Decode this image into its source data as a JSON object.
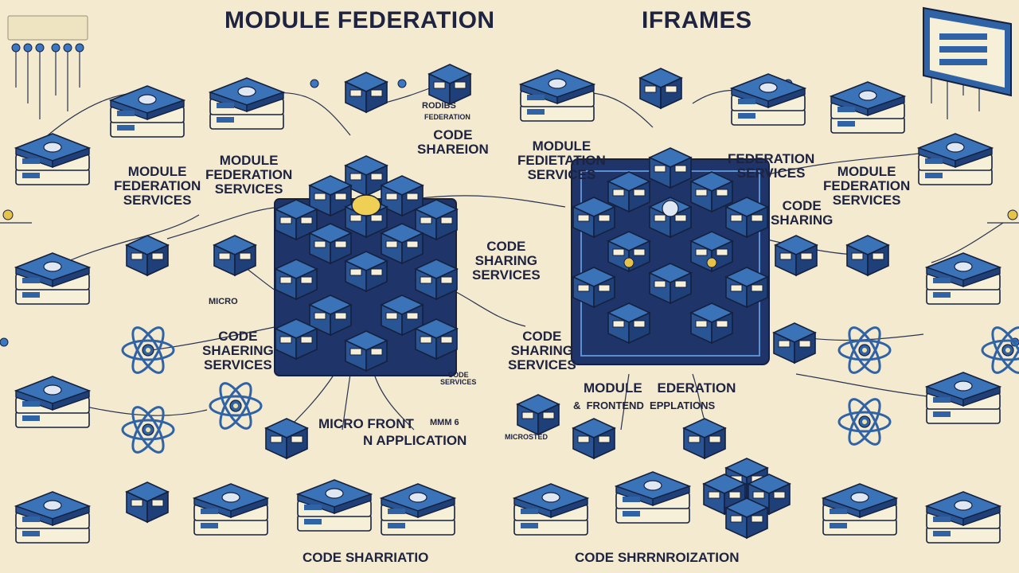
{
  "titles": {
    "left": "MODULE FEDERATION",
    "right": "IFRAMES"
  },
  "labels": {
    "l_mfs": "MODULE\nFEDERATION\nSERVICES",
    "l_mfs2": "MODULE\nFEDERATION\nSERVICES",
    "l_micro": "MICRO",
    "l_css": "CODE\nSHAERING\nSERVICES",
    "l_microfront": "MICRO FRONT",
    "l_mm": "MMM 6",
    "l_app": "N  APPLICATION",
    "l_bottom": "CODE SHARRIATIO",
    "c_rodibs": "RODIBS",
    "c_fed": "FEDERATION",
    "c_codeshare": "CODE\nSHAREION",
    "c_css": "CODE\nSHARING\nSERVICES",
    "c_sub": "CODE\nSERVICES",
    "c_microsted": "MICROSTED",
    "r_fed": "MODULE\nFEDIETATION\nSERVICES",
    "r_fedserv": "FEDERATION\nSERVICES",
    "r_mfs": "MODULE\nFEDERATION\nSERVICES",
    "r_codesharing": "CODE\nSHARING",
    "r_css": "CODE\nSHARING\nSERVICES",
    "r_modfed": "MODULE    EDERATION",
    "r_front": "&  FRONTEND  EPPLATIONS",
    "r_bottom": "CODE SHRRNROIZATION"
  },
  "colors": {
    "background": "#f3ead0",
    "ink": "#1d2340",
    "cube_blue": "#2f63a6",
    "cube_dark": "#1c2d57",
    "accent_gold": "#e8c34a",
    "line": "#2a3350"
  }
}
